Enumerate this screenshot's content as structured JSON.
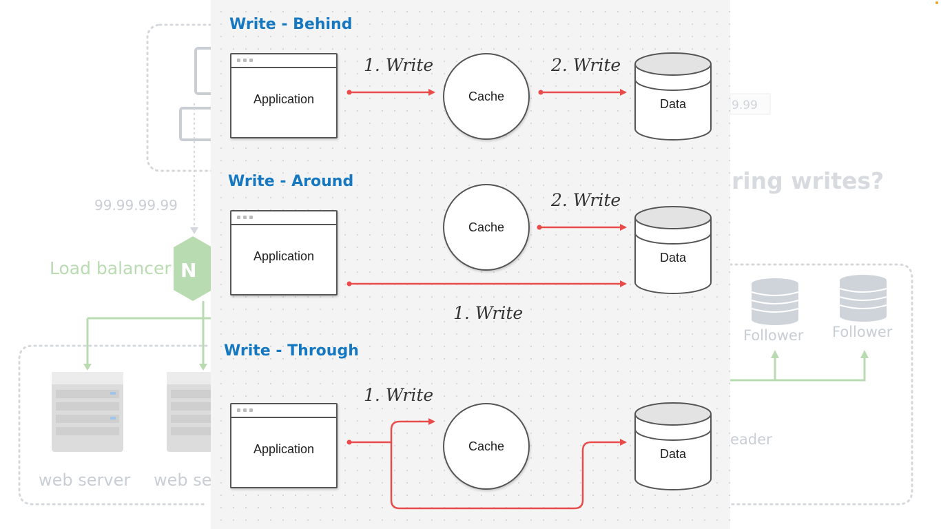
{
  "background": {
    "ip_left": "99.99.99.99",
    "ip_right": "9.99",
    "load_balancer_label": "Load balancer",
    "load_balancer_badge": "N",
    "web_server_1": "web server",
    "web_server_2": "web se",
    "question_fragment": "ring writes?",
    "follower_1": "Follower",
    "follower_2": "Follower",
    "leader_fragment": "eader"
  },
  "sections": [
    {
      "title": "Write - Behind",
      "application": "Application",
      "cache": "Cache",
      "data": "Data",
      "labels": [
        "1. Write",
        "2. Write"
      ]
    },
    {
      "title": "Write - Around",
      "application": "Application",
      "cache": "Cache",
      "data": "Data",
      "labels": [
        "2. Write",
        "1. Write"
      ]
    },
    {
      "title": "Write - Through",
      "application": "Application",
      "cache": "Cache",
      "data": "Data",
      "labels": [
        "1. Write"
      ]
    }
  ],
  "colors": {
    "title": "#1778c2",
    "arrow": "#e94b4b",
    "faded_green": "#b9dbb1",
    "faded_gray": "#c9ced4"
  }
}
